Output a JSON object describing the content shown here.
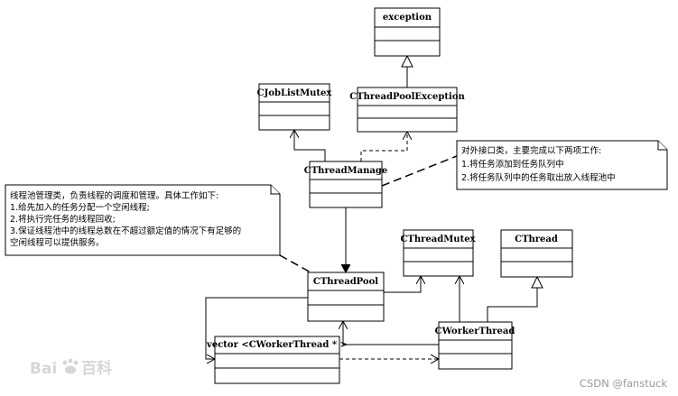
{
  "classes": {
    "exception": "exception",
    "jobListMutex": "CJobListMutex",
    "poolException": "CThreadPoolException",
    "manage": "CThreadManage",
    "threadMutex": "CThreadMutex",
    "thread": "CThread",
    "pool": "CThreadPool",
    "workerThread": "CWorkerThread",
    "vector": "vector <CWorkerThread * >"
  },
  "notes": {
    "manage": [
      "对外接口类，主要完成以下两项工作:",
      "1.将任务添加到任务队列中",
      "2.将任务队列中的任务取出放入线程池中"
    ],
    "pool": [
      "线程池管理类，负责线程的调度和管理。具体工作如下:",
      "1.给先加入的任务分配一个空闲线程;",
      "2.将执行完任务的线程回收;",
      "3.保证线程池中的线程总数在不超过额定值的情况下有足够的",
      "空闲线程可以提供服务。"
    ]
  },
  "watermarks": {
    "baidu": "Bai",
    "baiduTail": "百科",
    "csdn": "CSDN @fanstuck"
  }
}
